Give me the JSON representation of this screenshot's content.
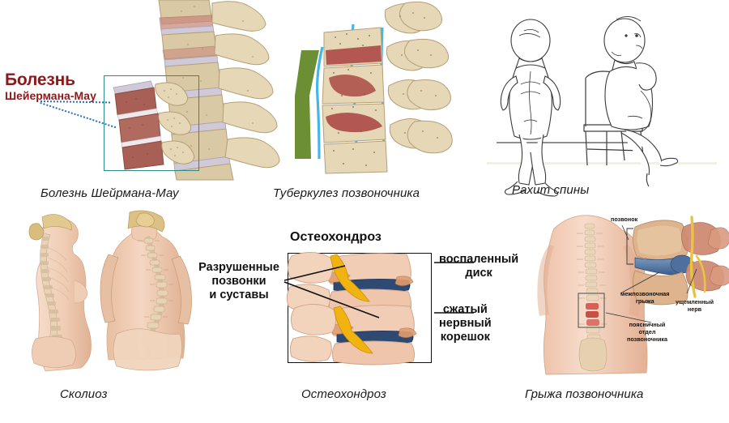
{
  "document": {
    "kind": "medical-illustration-board",
    "language": "ru",
    "background_color": "#ffffff",
    "grid": "2 rows x 3 columns"
  },
  "panels": [
    {
      "id": "scheuermann",
      "caption": "Болезнь Шейрмана-Мау",
      "overlay_title_line1": "Болезнь",
      "overlay_title_line2": "Шейермана-Мау",
      "overlay_title_color": "#8d1a1a",
      "callout_box_color": "#2b8a8a",
      "leader_line_color": "#2a6fb0",
      "figure": "lateral thoracic spine with wedged vertebrae, inset close-up of deformed vertebral bodies"
    },
    {
      "id": "tuberculosis",
      "caption": "Туберкулез позвоночника",
      "figure": "sagittal section of vertebrae with destroyed bodies, green paravertebral band and cyan spinal canal outline",
      "accent_green": "#6d8f34",
      "accent_cyan": "#45b6e8",
      "accent_red": "#a8413f"
    },
    {
      "id": "rickets",
      "caption": "Рахит спины",
      "figure": "line drawing of two infants: one standing seen from back, one sitting on a chair in profile",
      "line_color": "#3a3a3a"
    },
    {
      "id": "scoliosis",
      "caption": "Сколиоз",
      "figure": "two female torsos, lateral and posterior views, with spine column visible"
    },
    {
      "id": "osteochondrosis",
      "caption": "Остеохондроз",
      "figure_title": "Остеохондроз",
      "frame_color": "#111111",
      "labels": [
        {
          "id": "destroyed-vertebrae",
          "side": "left",
          "lines": [
            "Разрушенные",
            "позвонки",
            "и суставы"
          ]
        },
        {
          "id": "inflamed-disc",
          "side": "right",
          "lines": [
            "воспаленный",
            "диск"
          ]
        },
        {
          "id": "compressed-nerve-root",
          "side": "right",
          "lines": [
            "сжатый",
            "нервный",
            "корешок"
          ]
        }
      ],
      "figure": "two lumbar motion segments in section, inflamed blue discs and yellow compressed nerve roots"
    },
    {
      "id": "herniation",
      "caption": "Грыжа позвоночника",
      "labels": [
        {
          "id": "vertebra",
          "lines": [
            "позвонок"
          ]
        },
        {
          "id": "intervertebral-hernia",
          "lines": [
            "межпозвоночная",
            "грыжа"
          ]
        },
        {
          "id": "pinched-nerve",
          "lines": [
            "ущемленный",
            "нерв"
          ]
        },
        {
          "id": "lumbar-spine-region",
          "lines": [
            "поясничный",
            "отдел",
            "позвоночника"
          ]
        }
      ],
      "figure": "male back with spinal column highlighted in lumbar region plus enlarged inset of a disc herniation"
    }
  ]
}
